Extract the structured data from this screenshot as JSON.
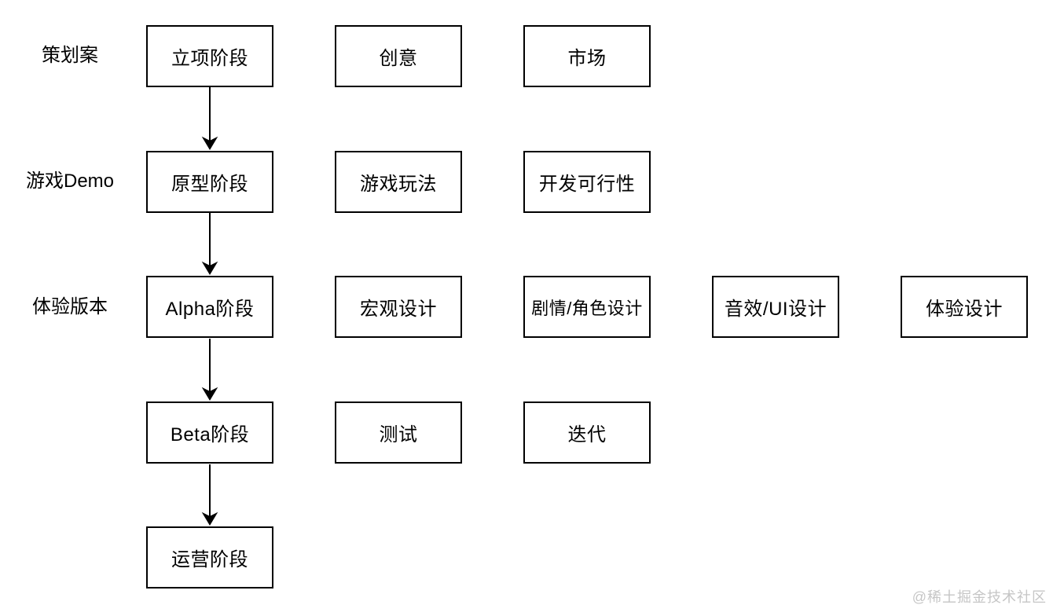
{
  "diagram_title": "game-development-stages-flow",
  "row_labels": [
    {
      "text": "策划案"
    },
    {
      "text": "游戏Demo"
    },
    {
      "text": "体验版本"
    }
  ],
  "nodes": [
    {
      "id": "initiation-stage",
      "label": "立项阶段"
    },
    {
      "id": "creativity",
      "label": "创意"
    },
    {
      "id": "market",
      "label": "市场"
    },
    {
      "id": "prototype-stage",
      "label": "原型阶段"
    },
    {
      "id": "gameplay",
      "label": "游戏玩法"
    },
    {
      "id": "dev-feasibility",
      "label": "开发可行性"
    },
    {
      "id": "alpha-stage",
      "label": "Alpha阶段"
    },
    {
      "id": "macro-design",
      "label": "宏观设计"
    },
    {
      "id": "story-character-design",
      "label": "剧情/角色设计"
    },
    {
      "id": "audio-ui-design",
      "label": "音效/UI设计"
    },
    {
      "id": "experience-design",
      "label": "体验设计"
    },
    {
      "id": "beta-stage",
      "label": "Beta阶段"
    },
    {
      "id": "testing",
      "label": "测试"
    },
    {
      "id": "iteration",
      "label": "迭代"
    },
    {
      "id": "operation-stage",
      "label": "运营阶段"
    }
  ],
  "edges": [
    {
      "from": "立项阶段",
      "to": "原型阶段"
    },
    {
      "from": "原型阶段",
      "to": "Alpha阶段"
    },
    {
      "from": "Alpha阶段",
      "to": "Beta阶段"
    },
    {
      "from": "Beta阶段",
      "to": "运营阶段"
    }
  ],
  "watermark": "@稀土掘金技术社区",
  "colors": {
    "box_border": "#000000",
    "box_fill": "#ffffff",
    "text": "#000000",
    "watermark": "#c6c6c6"
  }
}
